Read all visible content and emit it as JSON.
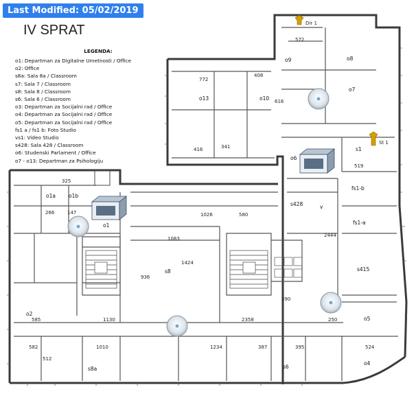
{
  "header": {
    "last_modified": "Last Modified: 05/02/2019",
    "floor_title": "IV SPRAT"
  },
  "legend": {
    "title": "LEGENDA:",
    "items": [
      "o1: Departman za Digitalne Umetnosti / Office",
      "o2: Office",
      "s8a: Sala 8a / Classroom",
      "s7: Sala 7 / Classroom",
      "s8: Sala 8 / Classroom",
      "s6: Sala 6 / Classroom",
      "o3: Departman za Socijalni rad / Office",
      "o4: Departman za Socijalni rad / Office",
      "o5: Departman za Socijalni rad / Office",
      "fs1 a / fs1 b: Foto Studio",
      "vs1: Video Studio",
      "s428: Sala 428 / Classroom",
      "o6: Studenski Parlament / Office",
      "o7 - o13: Departman za Psihologiju"
    ]
  },
  "rooms": {
    "o9": "o9",
    "o8": "o8",
    "o13": "o13",
    "o10": "o10",
    "o7": "o7",
    "o6": "o6",
    "s1": "s1",
    "fs1b": "fs1-b",
    "fs1a": "fs1-a",
    "s428": "s428",
    "o1a": "o1a",
    "o1b": "o1b",
    "o1": "o1",
    "s8": "s8",
    "s415": "s415",
    "o2": "o2",
    "o5": "o5",
    "s8a": "s8a",
    "s6": "s6",
    "o4": "o4",
    "v": "v"
  },
  "stair_labels": {
    "stair1": "Dir 1",
    "stair2": "St 1"
  },
  "dimensions": {
    "d572": "572",
    "d772": "772",
    "d408": "408",
    "d616": "616",
    "d416": "416",
    "d341": "341",
    "d1026": "1026",
    "d1083": "1083",
    "d1424": "1424",
    "d580": "580",
    "d1130": "1130",
    "d2358": "2358",
    "d585": "585",
    "d1010": "1010",
    "d1234": "1234",
    "d582": "582",
    "d387": "387",
    "d524": "524",
    "d519": "519",
    "d395": "395",
    "d936": "936",
    "d266": "266",
    "d147": "147",
    "d325": "325",
    "d2444": "2444",
    "d250": "250",
    "d390": "390",
    "d512": "512"
  },
  "devices": {
    "access_points": [
      "access-point-1",
      "access-point-2",
      "access-point-3",
      "access-point-4"
    ],
    "switches": [
      "network-switch-1",
      "network-switch-2"
    ]
  },
  "colors": {
    "wall": "#3a3a3a",
    "modified_badge": "#2f80ed",
    "access_point": "#c9d4de",
    "switch": "#5a6e86",
    "stair_marker": "#d4a000"
  }
}
